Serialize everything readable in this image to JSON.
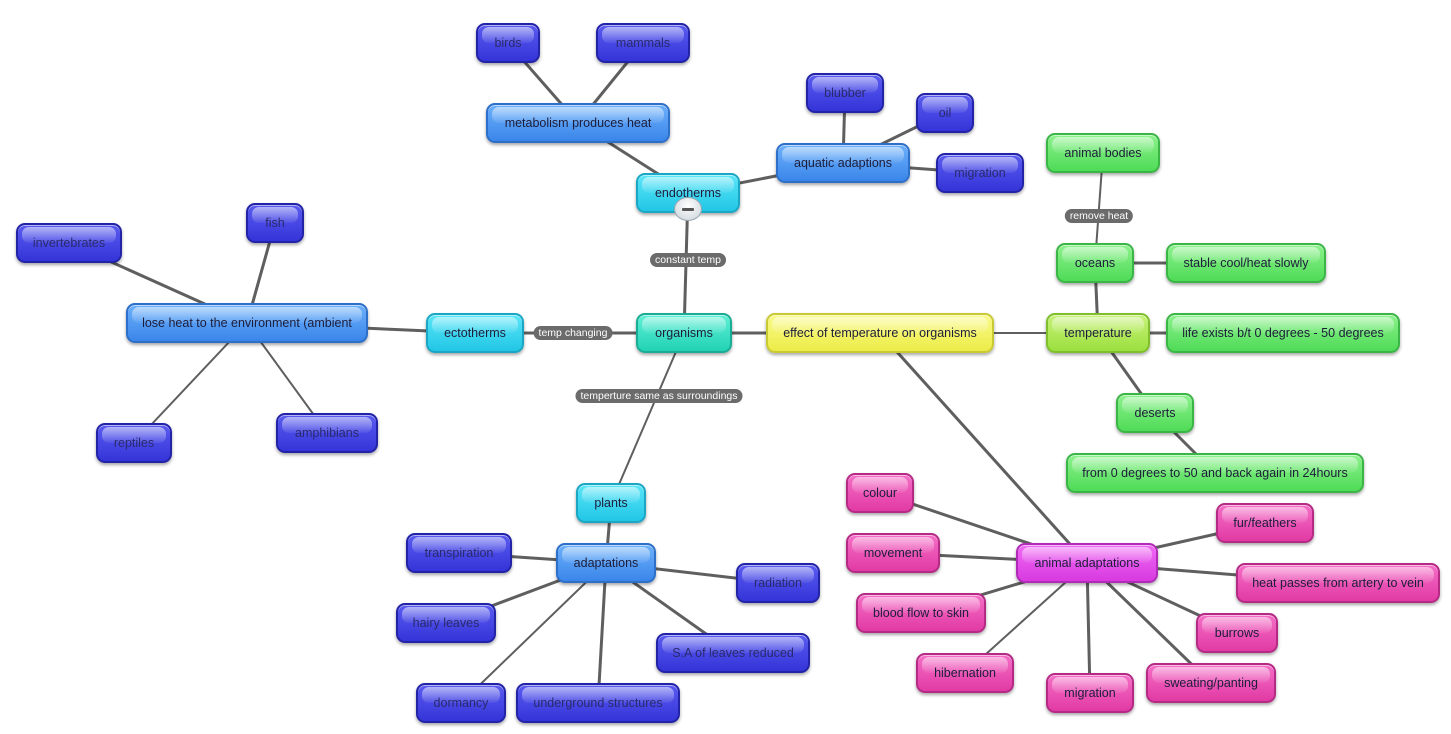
{
  "colors": {
    "indigo": "#3a3ae0",
    "blue": "#4a92ee",
    "cyan": "#2ecbe8",
    "teal": "#2fd9bb",
    "yellow": "#f0f05a",
    "lime": "#a8e64a",
    "green": "#5be063",
    "magenta": "#dd45e4",
    "pink": "#e545ab",
    "edge": "#5f5f5f",
    "edge_label_bg": "#6b6b6b"
  },
  "nodes": {
    "birds": "birds",
    "mammals": "mammals",
    "metabolism": "metabolism produces heat",
    "endotherms": "endotherms",
    "blubber": "blubber",
    "oil": "oil",
    "aquatic": "aquatic adaptions",
    "migration_top": "migration",
    "animal_bodies": "animal bodies",
    "oceans": "oceans",
    "stable": "stable cool/heat slowly",
    "temperature": "temperature",
    "life_exists": "life exists b/t 0 degrees - 50 degrees",
    "deserts": "deserts",
    "desert_range": "from 0 degrees to 50 and back again in 24hours",
    "fish": "fish",
    "invertebrates": "invertebrates",
    "lose_heat": "lose heat to the environment (ambient",
    "reptiles": "reptiles",
    "amphibians": "amphibians",
    "ectotherms": "ectotherms",
    "organisms": "organisms",
    "central": "effect of temperature on organisms",
    "plants": "plants",
    "adaptations": "adaptations",
    "transpiration": "transpiration",
    "hairy_leaves": "hairy leaves",
    "radiation": "radiation",
    "sa_leaves": "S.A of leaves reduced",
    "dormancy": "dormancy",
    "underground": "underground structures",
    "colour": "colour",
    "movement": "movement",
    "blood_flow": "blood flow to skin",
    "hibernation": "hibernation",
    "animal_adaptations": "animal adaptations",
    "fur": "fur/feathers",
    "heat_passes": "heat passes from artery to vein",
    "burrows": "burrows",
    "sweating": "sweating/panting",
    "migration_bottom": "migration"
  },
  "edge_labels": {
    "constant_temp": "constant temp",
    "temp_changing": "temp changing",
    "same_as_surroundings": "temperture same as surroundings",
    "remove_heat": "remove heat"
  },
  "icons": {
    "collapse": "minus-collapse-icon"
  }
}
